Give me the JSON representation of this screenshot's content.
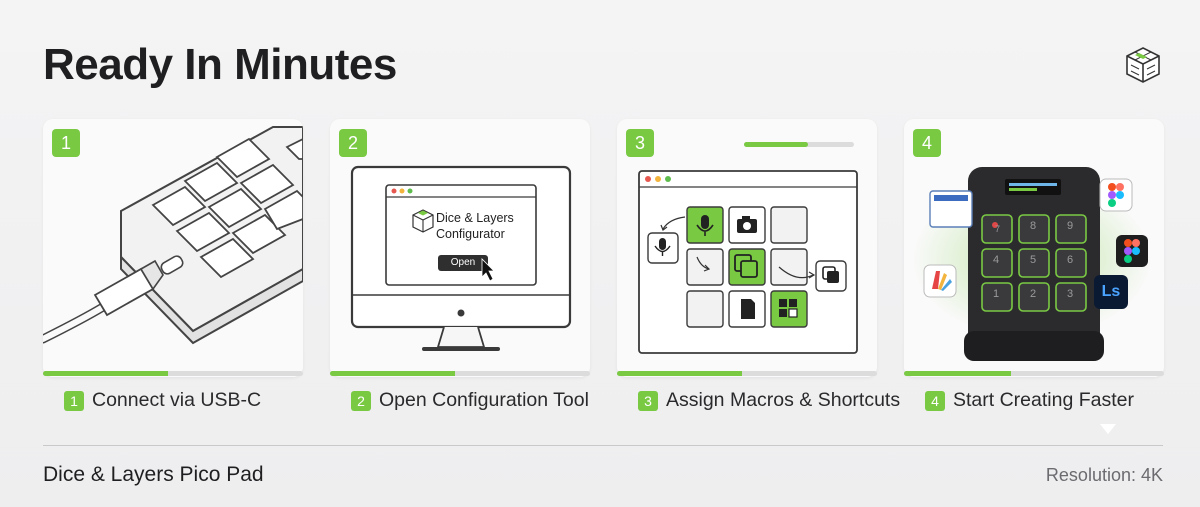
{
  "header": {
    "title": "Ready In Minutes",
    "logo_icon": "dice-cube-icon"
  },
  "accent_color": "#7ac943",
  "steps": [
    {
      "number": "1",
      "caption": "Connect via USB-C",
      "progress": 0.48
    },
    {
      "number": "2",
      "caption": "Open Configuration Tool",
      "progress": 0.48,
      "window_app_name_line1": "Dice & Layers",
      "window_app_name_line2": "Configurator",
      "open_button": "Open"
    },
    {
      "number": "3",
      "caption": "Assign Macros & Shortcuts",
      "progress": 0.48,
      "top_progress": 0.58
    },
    {
      "number": "4",
      "caption": "Start Creating Faster",
      "progress": 0.41,
      "keys": [
        "7",
        "8",
        "9",
        "4",
        "5",
        "6",
        "1",
        "2",
        "3"
      ],
      "app_badge": "Ls"
    }
  ],
  "footer": {
    "product_name": "Dice & Layers Pico Pad",
    "resolution": "Resolution: 4K"
  }
}
